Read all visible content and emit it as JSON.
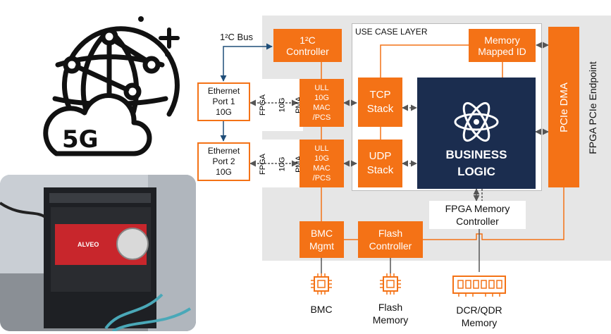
{
  "diagram": {
    "i2c_bus_label": "1²C Bus",
    "i2c_controller": [
      "1²C",
      "Controller"
    ],
    "use_case_layer": "USE CASE LAYER",
    "memory_mapped_id": [
      "Memory",
      "Mapped ID"
    ],
    "pcie_dma": "PCIe DMA",
    "fpga_pcie_endpoint": "FPGA PCIe Endpoint",
    "ethernet_port_1": [
      "Ethernet",
      "Port 1",
      "10G"
    ],
    "ethernet_port_2": [
      "Ethernet",
      "Port 2",
      "10G"
    ],
    "fpga_10g_pma": [
      "FPGA",
      "10G",
      "PMA"
    ],
    "ull_mac_pcs": [
      "ULL",
      "10G",
      "MAC",
      "/PCS"
    ],
    "tcp_stack": [
      "TCP",
      "Stack"
    ],
    "udp_stack": [
      "UDP",
      "Stack"
    ],
    "business_logic": [
      "BUSINESS",
      "LOGIC"
    ],
    "fpga_memory_controller": [
      "FPGA Memory",
      "Controller"
    ],
    "bmc_mgmt": [
      "BMC",
      "Mgmt"
    ],
    "flash_controller": [
      "Flash",
      "Controller"
    ],
    "bmc_label": "BMC",
    "flash_memory_label": [
      "Flash",
      "Memory"
    ],
    "dcr_qdr_memory_label": [
      "DCR/QDR",
      "Memory"
    ]
  },
  "icon": {
    "badge_text": "5G"
  },
  "photo": {
    "card_brand": "ALVEO"
  },
  "colors": {
    "accent": "#f47216",
    "panel": "#e6e6e6",
    "business_logic": "#1b2d4f"
  }
}
